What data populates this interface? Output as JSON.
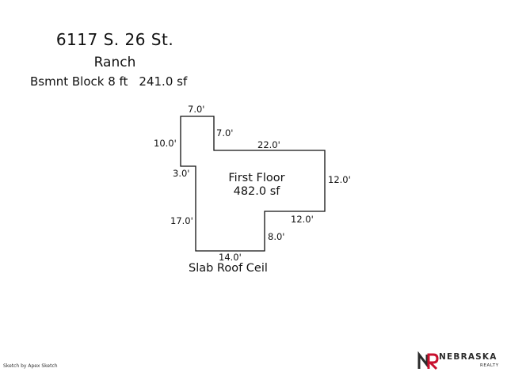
{
  "header": {
    "address": "6117 S. 26 St.",
    "style": "Ranch",
    "basement_label": "Bsmnt Block 8 ft",
    "basement_area": "241.0 sf"
  },
  "floor": {
    "name": "First Floor",
    "area": "482.0 sf",
    "roof_note": "Slab Roof Ceil"
  },
  "dimensions": {
    "top_left_width": "7.0'",
    "notch_depth": "7.0'",
    "left_upper": "10.0'",
    "upper_right_run": "22.0'",
    "left_jog": "3.0'",
    "right_side": "12.0'",
    "lower_right_run": "12.0'",
    "left_lower": "17.0'",
    "bottom_right_drop": "8.0'",
    "bottom_width": "14.0'"
  },
  "footer": {
    "credit": "Sketch by Apex Sketch",
    "logo_word": "NEBRASKA",
    "logo_sub": "REALTY",
    "logo_mark": "NR"
  },
  "colors": {
    "outline": "#111111",
    "logo_n": "#2b2b2b",
    "logo_r": "#c8102e"
  }
}
